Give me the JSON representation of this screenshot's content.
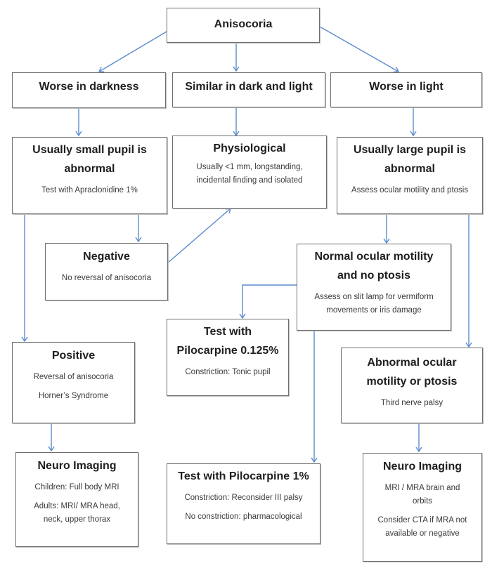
{
  "colors": {
    "arrow": "#5b8bd0",
    "box_border": "#6e6e6e",
    "text": "#222222"
  },
  "nodes": {
    "root": {
      "title": "Anisocoria"
    },
    "darkness": {
      "title": "Worse in darkness"
    },
    "similar": {
      "title": "Similar in dark and light"
    },
    "light": {
      "title": "Worse in light"
    },
    "small_pupil": {
      "title_line1": "Usually small pupil is",
      "title_line2": "abnormal",
      "text": "Test with Apraclonidine 1%"
    },
    "physiological": {
      "title": "Physiological",
      "text_line1": "Usually <1 mm, longstanding,",
      "text_line2": "incidental finding and isolated"
    },
    "large_pupil": {
      "title_line1": "Usually large pupil is",
      "title_line2": "abnormal",
      "text": "Assess ocular motility and ptosis"
    },
    "negative": {
      "title": "Negative",
      "text": "No reversal of anisocoria"
    },
    "normal_motility": {
      "title_line1": "Normal ocular motility",
      "title_line2": "and no ptosis",
      "text_line1": "Assess on slit lamp for vermiform",
      "text_line2": "movements or iris damage"
    },
    "positive": {
      "title": "Positive",
      "text_line1": "Reversal of anisocoria",
      "text_line2": "Horner’s Syndrome"
    },
    "pilo_0125": {
      "title_line1": "Test with",
      "title_line2": "Pilocarpine 0.125%",
      "text": "Constriction: Tonic pupil"
    },
    "abnormal_motility": {
      "title_line1": "Abnormal ocular",
      "title_line2": "motility or ptosis",
      "text": "Third nerve palsy"
    },
    "neuro_left": {
      "title": "Neuro Imaging",
      "text_line1": "Children: Full body MRI",
      "text_line2": "Adults: MRI/ MRA head,",
      "text_line3": "neck, upper thorax"
    },
    "pilo_1": {
      "title": "Test with Pilocarpine 1%",
      "text_line1": "Constriction: Reconsider III palsy",
      "text_line2": "No constriction: pharmacological"
    },
    "neuro_right": {
      "title": "Neuro Imaging",
      "text_line1": "MRI / MRA brain and",
      "text_line2": "orbits",
      "text_line3": "Consider CTA if MRA not",
      "text_line4": "available or negative"
    }
  }
}
